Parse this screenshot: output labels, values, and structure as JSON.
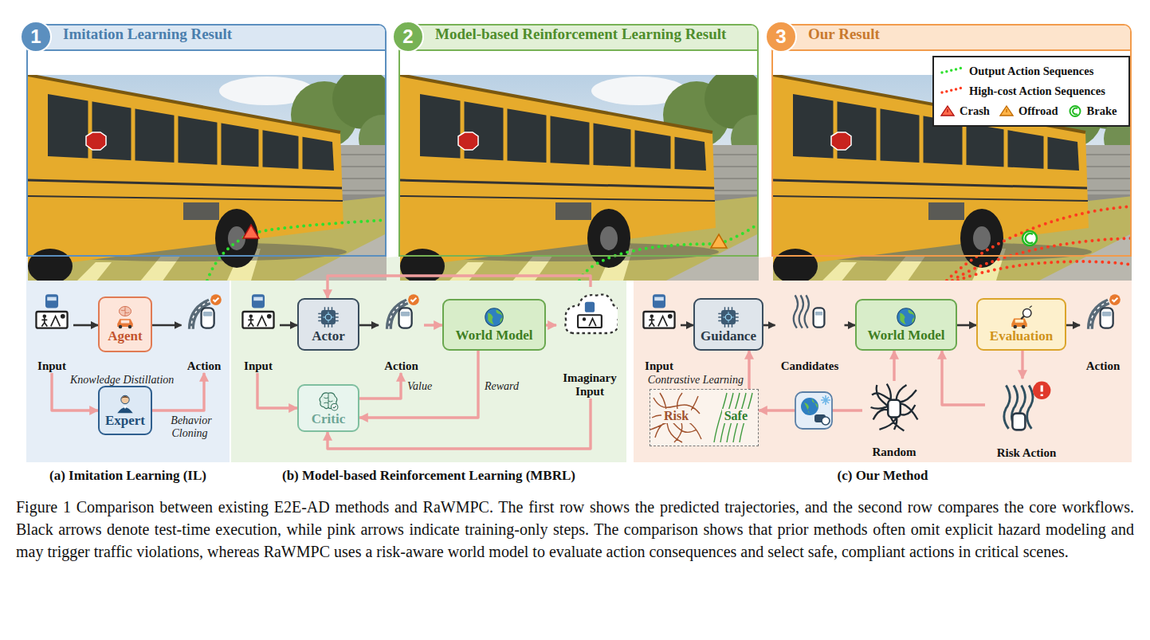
{
  "diagram": {
    "caption": "Figure 1 Comparison between existing E2E-AD methods and RaWMPC. The first row shows the predicted trajectories, and the second row compares the core workflows. Black arrows denote test-time execution, while pink arrows indicate training-only steps. The comparison shows that prior methods often omit explicit hazard modeling and may trigger traffic violations, whereas RaWMPC uses a risk-aware world model to evaluate action consequences and select safe, compliant actions in critical scenes.",
    "nodes": [
      {
        "text": [
          "Imitation Learning Result"
        ]
      },
      {
        "text": [
          "1"
        ],
        "in": 0
      },
      {
        "text": [
          "Model-based Reinforcement Learning Result"
        ]
      },
      {
        "text": [
          "2"
        ],
        "in": 2
      },
      {
        "text": [
          "Our Result"
        ]
      },
      {
        "text": [
          "3"
        ],
        "in": 4
      },
      {
        "text": [
          "(a) Imitation Learning (IL)"
        ]
      },
      {
        "text": [
          "Input"
        ],
        "in": 6
      },
      {
        "text": [
          "Agent"
        ],
        "in": 6
      },
      {
        "text": [
          "Action"
        ],
        "in": 6
      },
      {
        "text": [
          "Expert"
        ],
        "in": 6
      },
      {
        "text": [
          "(b) Model-based Reinforcement Learning (MBRL)"
        ]
      },
      {
        "text": [
          "Input"
        ],
        "in": 11
      },
      {
        "text": [
          "Actor"
        ],
        "in": 11
      },
      {
        "text": [
          "Action"
        ],
        "in": 11
      },
      {
        "text": [
          "World Model"
        ],
        "in": 11
      },
      {
        "text": [
          "Imaginary Input"
        ],
        "in": 11
      },
      {
        "text": [
          "Critic"
        ],
        "in": 11
      },
      {
        "text": [
          "(c) Our Method"
        ]
      },
      {
        "text": [
          "Input"
        ],
        "in": 18
      },
      {
        "text": [
          "Guidance"
        ],
        "in": 18
      },
      {
        "text": [
          "Candidates"
        ],
        "in": 18
      },
      {
        "text": [
          "World Model"
        ],
        "in": 18
      },
      {
        "text": [
          "Evaluation"
        ],
        "in": 18
      },
      {
        "text": [
          "Action"
        ],
        "in": 18
      },
      {
        "text": [
          "Risk",
          "Safe"
        ],
        "in": 18
      },
      {
        "text": [
          "Random"
        ],
        "in": 18
      },
      {
        "text": [
          "Risk Action"
        ],
        "in": 18
      }
    ],
    "edges": [
      {
        "from": 7,
        "to": 8,
        "arrow": "to"
      },
      {
        "from": 8,
        "to": 9,
        "arrow": "to"
      },
      {
        "from": 7,
        "to": 10,
        "arrow": "to",
        "label": "Knowledge Distillation"
      },
      {
        "from": 10,
        "to": 9,
        "arrow": "to",
        "label": "Behavior Cloning"
      },
      {
        "from": 12,
        "to": 13,
        "arrow": "to"
      },
      {
        "from": 13,
        "to": 14,
        "arrow": "to"
      },
      {
        "from": 14,
        "to": 15,
        "arrow": "to"
      },
      {
        "from": 15,
        "to": 16,
        "arrow": "to"
      },
      {
        "from": 16,
        "to": 13,
        "arrow": "to"
      },
      {
        "from": 12,
        "to": 17,
        "arrow": "to"
      },
      {
        "from": 17,
        "to": 14,
        "arrow": "to",
        "label": "Value"
      },
      {
        "from": 15,
        "to": 17,
        "arrow": "to",
        "label": "Reward"
      },
      {
        "from": 16,
        "to": 17,
        "arrow": "to"
      },
      {
        "from": 19,
        "to": 20,
        "arrow": "to"
      },
      {
        "from": 20,
        "to": 21,
        "arrow": "to"
      },
      {
        "from": 21,
        "to": 22,
        "arrow": "to"
      },
      {
        "from": 22,
        "to": 23,
        "arrow": "to"
      },
      {
        "from": 23,
        "to": 24,
        "arrow": "to"
      },
      {
        "from": 23,
        "to": 27,
        "arrow": "to"
      },
      {
        "from": 27,
        "to": 22,
        "arrow": "to"
      },
      {
        "from": 26,
        "to": 22,
        "arrow": "to"
      },
      {
        "from": 26,
        "to": 25,
        "arrow": "to"
      },
      {
        "from": 25,
        "to": 20,
        "arrow": "to",
        "label": "Contrastive Learning"
      }
    ],
    "legend": [
      {
        "text": "Output Action Sequences"
      },
      {
        "text": "High-cost Action Sequences"
      },
      {
        "text": "Crash"
      },
      {
        "text": "Offroad"
      },
      {
        "text": "Brake"
      }
    ]
  }
}
